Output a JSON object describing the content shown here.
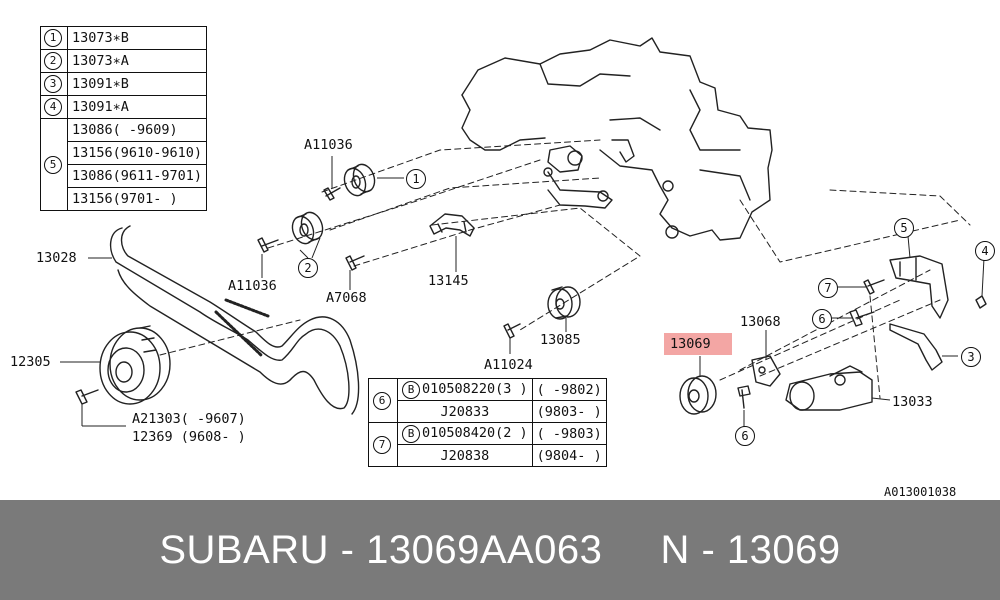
{
  "ref_table": {
    "rows": [
      {
        "num": "1",
        "part": "13073∗B"
      },
      {
        "num": "2",
        "part": "13073∗A"
      },
      {
        "num": "3",
        "part": "13091∗B"
      },
      {
        "num": "4",
        "part": "13091∗A"
      }
    ],
    "group5": {
      "num": "5",
      "rows": [
        {
          "part": "13086( -9609)"
        },
        {
          "part": "13156(9610-9610)"
        },
        {
          "part": "13086(9611-9701)"
        },
        {
          "part": "13156(9701- )"
        }
      ]
    }
  },
  "callouts": {
    "a11036_top": "A11036",
    "a11036_mid": "A11036",
    "a7068": "A7068",
    "p13145": "13145",
    "p13028": "13028",
    "p12305": "12305",
    "a21303": "A21303( -9607)",
    "p12369": "12369 (9608- )",
    "p13085": "13085",
    "a11024": "A11024",
    "p13069": "13069",
    "p13068": "13068",
    "p13033": "13033",
    "c1": "1",
    "c2": "2",
    "c3": "3",
    "c4": "4",
    "c5": "5",
    "c6a": "6",
    "c6b": "6",
    "c7": "7"
  },
  "spec_table": {
    "groups": [
      {
        "num": "6",
        "bolt_code": "B",
        "bolt": "010508220(3 )",
        "bolt_range": "( -9802)",
        "alt": "J20833",
        "alt_range": "(9803- )"
      },
      {
        "num": "7",
        "bolt_code": "B",
        "bolt": "010508420(2 )",
        "bolt_range": "( -9803)",
        "alt": "J20838",
        "alt_range": "(9804- )"
      }
    ]
  },
  "diagram_code": "A013001038",
  "footer": {
    "title": "SUBARU - 13069AA063     N - 13069",
    "bg_color": "#7a7a7a",
    "highlight_color": "#f3a6a4"
  }
}
